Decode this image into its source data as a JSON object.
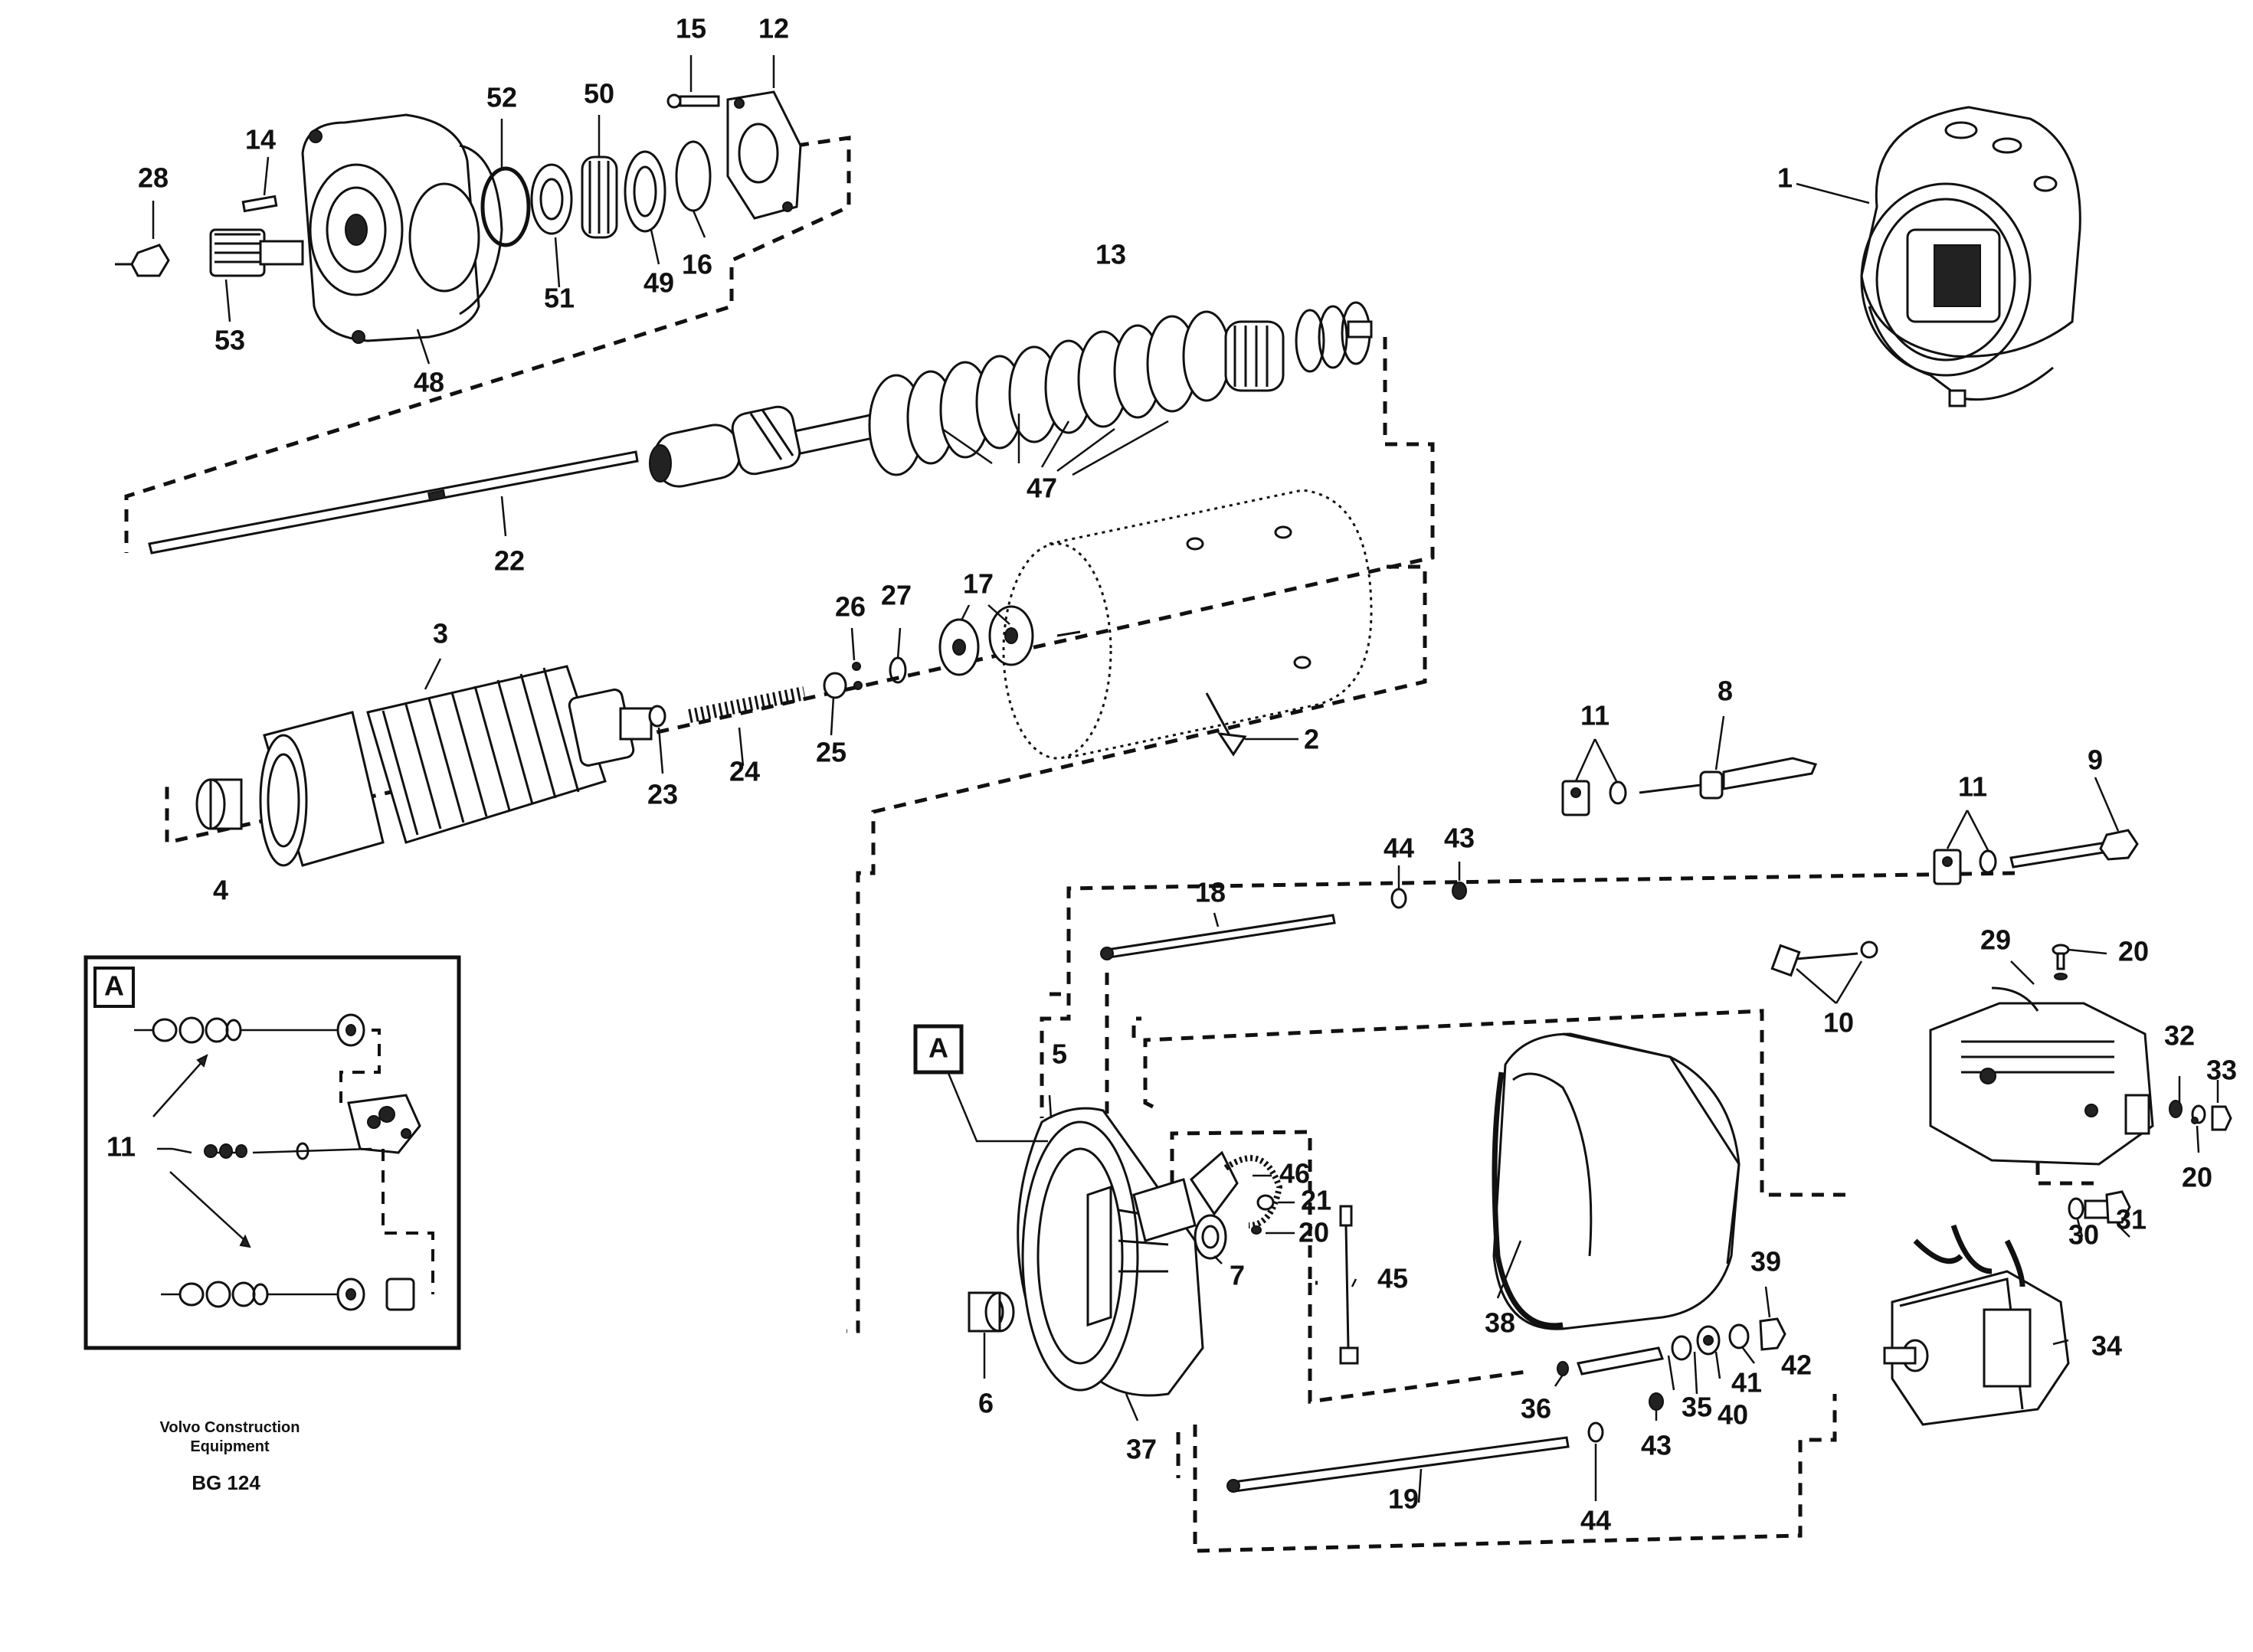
{
  "diagram": {
    "footer": {
      "line1": "Volvo Construction",
      "line2": "Equipment",
      "code": "BG 124"
    },
    "detail_box": {
      "tag": "A",
      "callout_label": "11"
    },
    "detail_ref_tag": "A",
    "callouts": [
      {
        "id": "c1",
        "text": "1"
      },
      {
        "id": "c2",
        "text": "2"
      },
      {
        "id": "c3",
        "text": "3"
      },
      {
        "id": "c4",
        "text": "4"
      },
      {
        "id": "c5",
        "text": "5"
      },
      {
        "id": "c6",
        "text": "6"
      },
      {
        "id": "c7",
        "text": "7"
      },
      {
        "id": "c8",
        "text": "8"
      },
      {
        "id": "c9",
        "text": "9"
      },
      {
        "id": "c10",
        "text": "10"
      },
      {
        "id": "c11a",
        "text": "11"
      },
      {
        "id": "c11b",
        "text": "11"
      },
      {
        "id": "c12",
        "text": "12"
      },
      {
        "id": "c13",
        "text": "13"
      },
      {
        "id": "c14",
        "text": "14"
      },
      {
        "id": "c15",
        "text": "15"
      },
      {
        "id": "c16",
        "text": "16"
      },
      {
        "id": "c17",
        "text": "17"
      },
      {
        "id": "c18",
        "text": "18"
      },
      {
        "id": "c19",
        "text": "19"
      },
      {
        "id": "c20a",
        "text": "20"
      },
      {
        "id": "c20b",
        "text": "20"
      },
      {
        "id": "c20c",
        "text": "20"
      },
      {
        "id": "c21",
        "text": "21"
      },
      {
        "id": "c22",
        "text": "22"
      },
      {
        "id": "c23",
        "text": "23"
      },
      {
        "id": "c24",
        "text": "24"
      },
      {
        "id": "c25",
        "text": "25"
      },
      {
        "id": "c26",
        "text": "26"
      },
      {
        "id": "c27",
        "text": "27"
      },
      {
        "id": "c28",
        "text": "28"
      },
      {
        "id": "c29",
        "text": "29"
      },
      {
        "id": "c30",
        "text": "30"
      },
      {
        "id": "c31",
        "text": "31"
      },
      {
        "id": "c32",
        "text": "32"
      },
      {
        "id": "c33",
        "text": "33"
      },
      {
        "id": "c34",
        "text": "34"
      },
      {
        "id": "c35",
        "text": "35"
      },
      {
        "id": "c36",
        "text": "36"
      },
      {
        "id": "c37",
        "text": "37"
      },
      {
        "id": "c38",
        "text": "38"
      },
      {
        "id": "c39",
        "text": "39"
      },
      {
        "id": "c40",
        "text": "40"
      },
      {
        "id": "c41",
        "text": "41"
      },
      {
        "id": "c42",
        "text": "42"
      },
      {
        "id": "c43a",
        "text": "43"
      },
      {
        "id": "c43b",
        "text": "43"
      },
      {
        "id": "c44a",
        "text": "44"
      },
      {
        "id": "c44b",
        "text": "44"
      },
      {
        "id": "c45",
        "text": "45"
      },
      {
        "id": "c46",
        "text": "46"
      },
      {
        "id": "c47",
        "text": "47"
      },
      {
        "id": "c48",
        "text": "48"
      },
      {
        "id": "c49",
        "text": "49"
      },
      {
        "id": "c50",
        "text": "50"
      },
      {
        "id": "c51",
        "text": "51"
      },
      {
        "id": "c52",
        "text": "52"
      },
      {
        "id": "c53",
        "text": "53"
      }
    ]
  }
}
